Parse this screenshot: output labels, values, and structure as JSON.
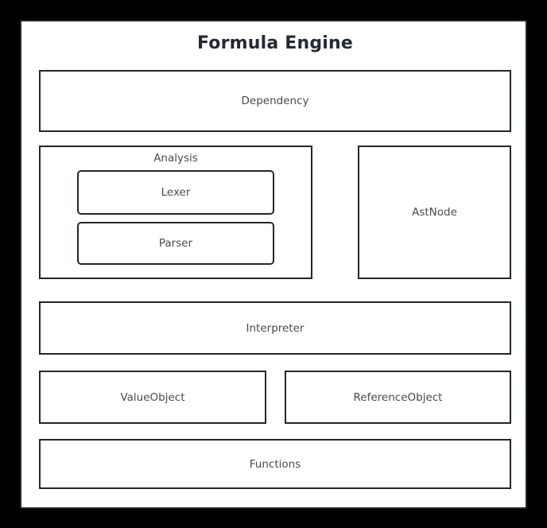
{
  "diagram": {
    "title": "Formula Engine",
    "background_color": "#000000",
    "panel_color": "#ffffff",
    "border_color": "#212730",
    "label_color": "#4a4a4a",
    "title_color": "#242a33",
    "nodes": {
      "dependency": {
        "label": "Dependency"
      },
      "analysis": {
        "label": "Analysis"
      },
      "lexer": {
        "label": "Lexer"
      },
      "parser": {
        "label": "Parser"
      },
      "astnode": {
        "label": "AstNode"
      },
      "interpreter": {
        "label": "Interpreter"
      },
      "valueobject": {
        "label": "ValueObject"
      },
      "referenceobject": {
        "label": "ReferenceObject"
      },
      "functions": {
        "label": "Functions"
      }
    }
  }
}
